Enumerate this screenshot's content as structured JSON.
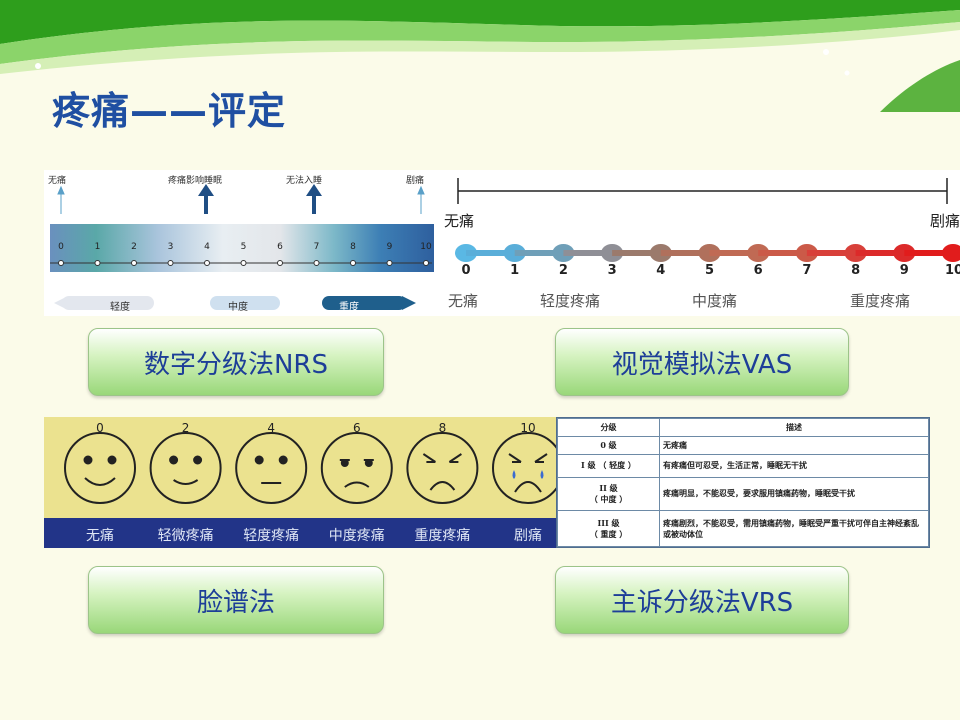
{
  "slide": {
    "title": "疼痛——评定",
    "colors": {
      "title": "#1f4fa2",
      "pill_text": "#1d3e98",
      "pill_green": "#99d779",
      "banner_green": "#3faa1a"
    }
  },
  "nrs": {
    "top_labels": [
      "无痛",
      "疼痛影响睡眠",
      "无法入睡",
      "剧痛"
    ],
    "numbers": [
      "0",
      "1",
      "2",
      "3",
      "4",
      "5",
      "6",
      "7",
      "8",
      "9",
      "10"
    ],
    "bottom_labels": [
      "轻度",
      "中度",
      "重度"
    ],
    "caption": "数字分级法NRS"
  },
  "vas": {
    "end_labels": [
      "无痛",
      "剧痛"
    ],
    "numbers": [
      "0",
      "1",
      "2",
      "3",
      "4",
      "5",
      "6",
      "7",
      "8",
      "9",
      "10"
    ],
    "bottom_labels": [
      "无痛",
      "轻度疼痛",
      "中度痛",
      "重度疼痛"
    ],
    "caption": "视觉模拟法VAS"
  },
  "faces": {
    "scores": [
      "0",
      "2",
      "4",
      "6",
      "8",
      "10"
    ],
    "labels": [
      "无痛",
      "轻微疼痛",
      "轻度疼痛",
      "中度疼痛",
      "重度疼痛",
      "剧痛"
    ],
    "caption": "脸谱法"
  },
  "vrs": {
    "headers": [
      "分级",
      "描述"
    ],
    "rows": [
      {
        "level": "0 级",
        "sub": "",
        "desc": "无疼痛"
      },
      {
        "level": "I 级 （ 轻度 ）",
        "sub": "",
        "desc": "有疼痛但可忍受，生活正常，睡眠无干扰"
      },
      {
        "level": "II 级",
        "sub": "（ 中度 ）",
        "desc": "疼痛明显，不能忍受，要求服用镇痛药物，睡眠受干扰"
      },
      {
        "level": "III 级",
        "sub": "（ 重度 ）",
        "desc": "疼痛剧烈，不能忍受，需用镇痛药物，睡眠受严重干扰可伴自主神经紊乱或被动体位"
      }
    ],
    "caption": "主诉分级法VRS"
  }
}
